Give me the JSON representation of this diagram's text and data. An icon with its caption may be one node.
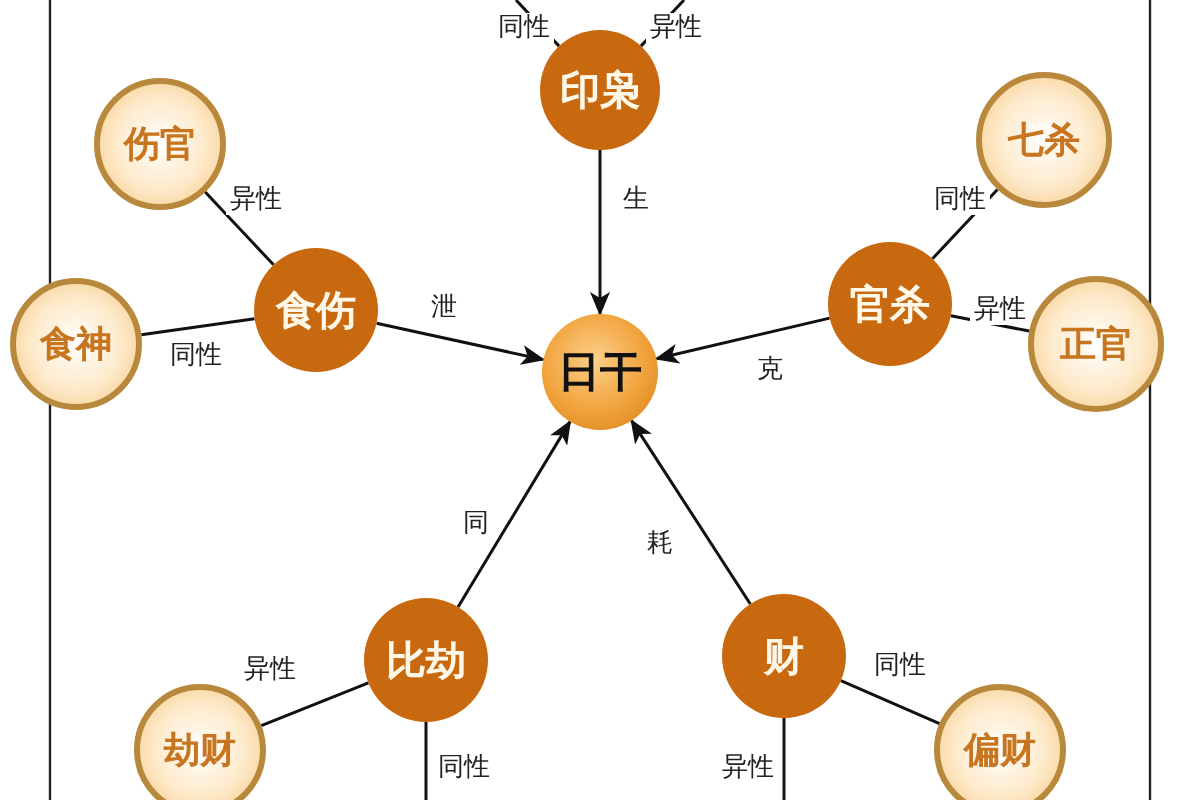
{
  "diagram": {
    "nodes": [
      {
        "text": [
          "日干"
        ]
      },
      {
        "text": [
          "印枭"
        ]
      },
      {
        "text": [
          "食伤"
        ]
      },
      {
        "text": [
          "官杀"
        ]
      },
      {
        "text": [
          "比劫"
        ]
      },
      {
        "text": [
          "财"
        ]
      },
      {
        "text": [
          "伤官"
        ]
      },
      {
        "text": [
          "食神"
        ]
      },
      {
        "text": [
          "七杀"
        ]
      },
      {
        "text": [
          "正官"
        ]
      },
      {
        "text": [
          "劫财"
        ]
      },
      {
        "text": [
          "偏财"
        ]
      }
    ],
    "edges": [
      {
        "from": 1,
        "to": 0,
        "arrow": "to",
        "label": "生"
      },
      {
        "from": 2,
        "to": 0,
        "arrow": "to",
        "label": "泄"
      },
      {
        "from": 3,
        "to": 0,
        "arrow": "to",
        "label": "克"
      },
      {
        "from": 4,
        "to": 0,
        "arrow": "to",
        "label": "同"
      },
      {
        "from": 5,
        "to": 0,
        "arrow": "to",
        "label": "耗"
      },
      {
        "from": 2,
        "to": 6,
        "arrow": "none",
        "label": "异性"
      },
      {
        "from": 2,
        "to": 7,
        "arrow": "none",
        "label": "同性"
      },
      {
        "from": 3,
        "to": 8,
        "arrow": "none",
        "label": "同性"
      },
      {
        "from": 3,
        "to": 9,
        "arrow": "none",
        "label": "异性"
      },
      {
        "from": 4,
        "to": 10,
        "arrow": "none",
        "label": "异性"
      },
      {
        "from": 5,
        "to": 11,
        "arrow": "none",
        "label": "同性"
      },
      {
        "from": 1,
        "to": null,
        "arrow": "none",
        "label": "同性"
      },
      {
        "from": 1,
        "to": null,
        "arrow": "none",
        "label": "异性"
      },
      {
        "from": 4,
        "to": null,
        "arrow": "none",
        "label": "同性"
      },
      {
        "from": 5,
        "to": null,
        "arrow": "none",
        "label": "异性"
      }
    ]
  }
}
